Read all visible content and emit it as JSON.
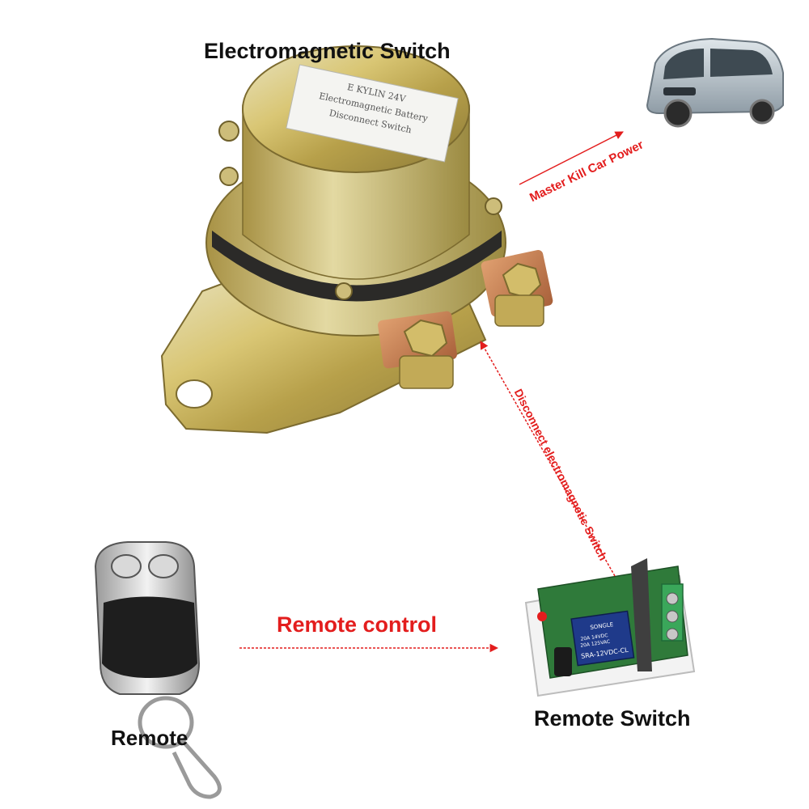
{
  "labels": {
    "electromagnetic_switch": "Electromagnetic Switch",
    "remote_switch": "Remote Switch",
    "remote": "Remote",
    "remote_control": "Remote control",
    "master_kill": "Master Kill Car Power",
    "disconnect": "Disconnect electromagnetic Switch"
  },
  "device_sticker": {
    "line1": "E KYLIN 24V",
    "line2": "Electromagnetic Battery",
    "line3": "Disconnect Switch"
  },
  "relay_text": {
    "brand": "SONGLE",
    "rating1": "20A 14VDC",
    "rating2": "20A 125VAC",
    "model": "SRA-12VDC-CL"
  },
  "colors": {
    "arrow": "#e31d1d",
    "label": "#111111",
    "brass": "#c9b25a",
    "pcb": "#2f7a3a",
    "terminal": "#3aa75a",
    "van": "#b9c4cc"
  }
}
